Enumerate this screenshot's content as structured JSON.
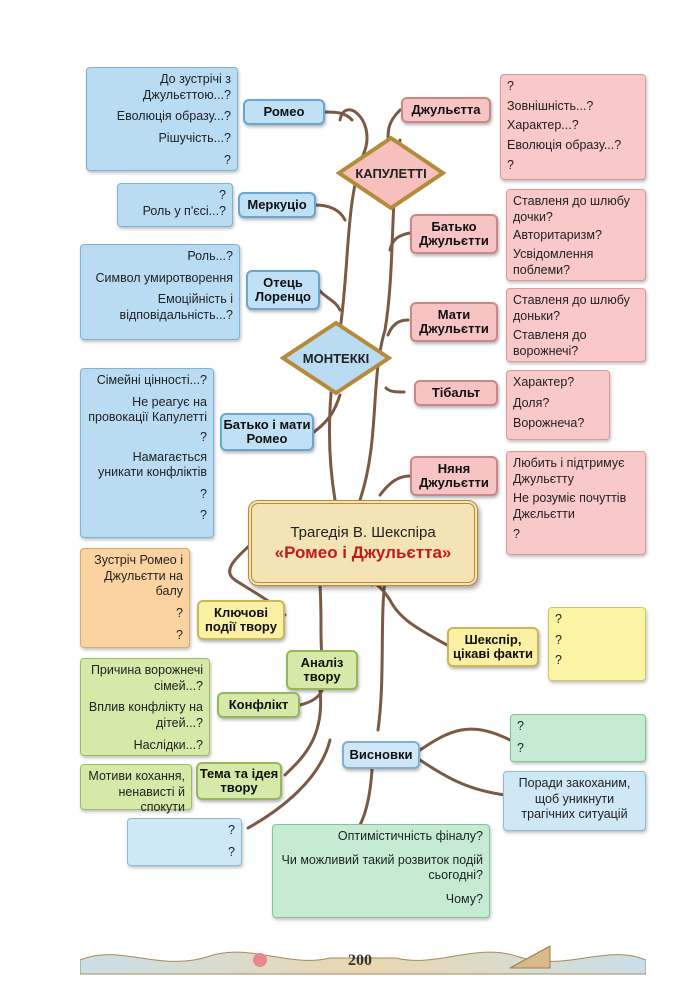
{
  "center": {
    "line1": "Трагедія В. Шекспіра",
    "line2": "«Ромео і Джульєтта»"
  },
  "diamonds": {
    "capulets": "КАПУЛЕТТІ",
    "montagues": "МОНТЕККІ"
  },
  "nodes": {
    "romeo": "Ромео",
    "mercutio": "Меркуціо",
    "lorenzo": "Отець Лоренцо",
    "romeo_parents": "Батько і мати Ромео",
    "juliet": "Джульєтта",
    "juliet_father": "Батько Джульєтти",
    "juliet_mother": "Мати Джульєтти",
    "tybalt": "Тібальт",
    "nurse": "Няня Джульєтти",
    "key_events": "Ключові події твору",
    "analysis": "Аналіз твору",
    "conflict": "Конфлікт",
    "theme": "Тема та ідея твору",
    "shakespeare": "Шекспір, цікаві факти",
    "conclusions": "Висновки"
  },
  "boxes": {
    "romeo": [
      "До зустрічі з Джульєттою...?",
      "Еволюція образу...?",
      "Рішучість...?",
      "?"
    ],
    "mercutio": [
      "?",
      "Роль у п'єсі...?"
    ],
    "lorenzo": [
      "Роль...?",
      "Символ умиротворення",
      "Емоційність і відповідальність...?"
    ],
    "romeo_parents": [
      "Сімейні цінності...?",
      "Не реагує на провокації Капулетті",
      "?",
      "Намагається уникати конфліктів",
      "?",
      "?"
    ],
    "juliet": [
      "?",
      "Зовнішність...?",
      "Характер...?",
      "Еволюція образу...?",
      "?"
    ],
    "juliet_father": [
      "Ставленя до шлюбу дочки?",
      "Авторитаризм?",
      "Усвідомлення поблеми?"
    ],
    "juliet_mother": [
      "Ставленя до шлюбу доньки?",
      "Ставленя до ворожнечі?"
    ],
    "tybalt": [
      "Характер?",
      "Доля?",
      "Ворожнеча?"
    ],
    "nurse": [
      "Любить і підтримує Джульєтту",
      "Не розуміє почуттів Джєльєтти",
      "?"
    ],
    "key_events": [
      "Зустріч Ромео і Джульєтти на балу",
      "?",
      "?"
    ],
    "conflict": [
      "Причина ворожнечі сімей...?",
      "Вплив конфлікту на дітей...?",
      "Наслідки...?"
    ],
    "theme": [
      "Мотиви кохання, ненависті й спокути"
    ],
    "theme_q": [
      "?",
      "?"
    ],
    "shakespeare": [
      "?",
      "?",
      "?"
    ],
    "conclusions_q": [
      "?",
      "?"
    ],
    "advice": [
      "Поради закоханим, щоб уникнути трагічних ситуацій"
    ],
    "bottom": [
      "Оптимістичність фіналу?",
      "Чи можливий такий розвиток подій сьогодні?",
      "Чому?"
    ]
  },
  "page_number": "200"
}
